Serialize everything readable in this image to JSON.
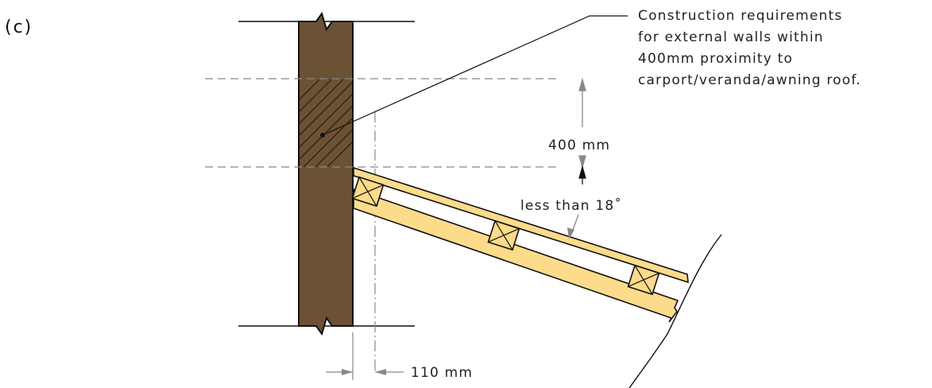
{
  "figure": {
    "panel_label": "(c)",
    "callout_lines": [
      "Construction requirements",
      "for external walls within",
      "400mm proximity to",
      "carport/veranda/awning roof."
    ],
    "dimension_vertical": "400 mm",
    "angle_label": "less than 18˚",
    "dimension_horizontal": "110 mm"
  },
  "colors": {
    "wall": "#6b5235",
    "timber": "#fcdb8a",
    "line": "#111111",
    "dashed": "#888888"
  }
}
